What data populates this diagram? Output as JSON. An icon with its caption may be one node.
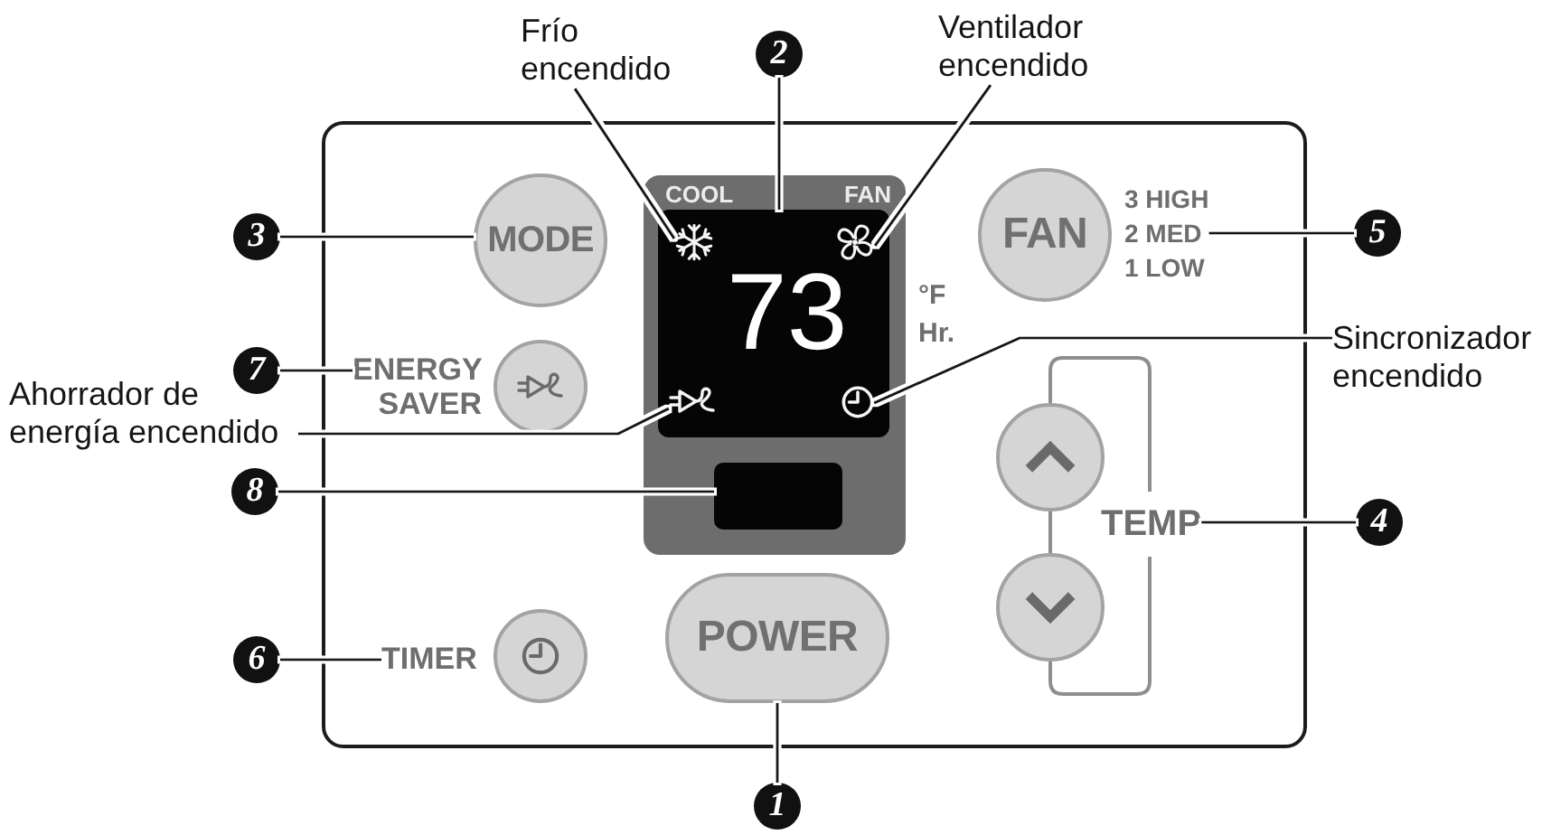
{
  "diagram": {
    "nodes": [
      {
        "text": [
          "Frío encendido"
        ]
      },
      {
        "text": [
          "2"
        ]
      },
      {
        "text": [
          "Ventilador encendido"
        ]
      },
      {
        "text": [],
        "shape": "box"
      },
      {
        "text": [
          "3"
        ]
      },
      {
        "text": [
          "MODE"
        ],
        "in": 3
      },
      {
        "text": [
          "COOL",
          "FAN"
        ],
        "in": 3
      },
      {
        "text": [
          "73"
        ],
        "in": 6
      },
      {
        "text": [],
        "shape": "snowflake",
        "in": 7
      },
      {
        "text": [],
        "shape": "fan",
        "in": 7
      },
      {
        "text": [
          "FAN"
        ],
        "in": 3
      },
      {
        "text": [
          "3 HIGH",
          "2 MED",
          "1 LOW"
        ],
        "in": 3
      },
      {
        "text": [
          "5"
        ]
      },
      {
        "text": [
          "7"
        ]
      },
      {
        "text": [
          "ENERGY SAVER"
        ],
        "in": 3
      },
      {
        "text": [],
        "shape": "circle",
        "in": 3
      },
      {
        "text": [
          "Ahorrador de energía encendido"
        ]
      },
      {
        "text": [],
        "shape": "plug",
        "in": 7
      },
      {
        "text": [],
        "shape": "clock",
        "in": 7
      },
      {
        "text": [
          "Sincronizador encendido"
        ]
      },
      {
        "text": [],
        "shape": "circle",
        "in": 3
      },
      {
        "text": [
          "TEMP"
        ],
        "in": 3
      },
      {
        "text": [
          "4"
        ]
      },
      {
        "text": [],
        "shape": "circle",
        "in": 3
      },
      {
        "text": [
          "8"
        ]
      },
      {
        "text": [],
        "shape": "box",
        "in": 6
      },
      {
        "text": [
          "6"
        ]
      },
      {
        "text": [
          "TIMER"
        ],
        "in": 3
      },
      {
        "text": [],
        "shape": "circle",
        "in": 3
      },
      {
        "text": [
          "POWER"
        ],
        "in": 3
      },
      {
        "text": [
          "1"
        ]
      }
    ],
    "edges": [
      {
        "from": 0,
        "to": 8,
        "arrow": "none"
      },
      {
        "from": 1,
        "to": 7,
        "arrow": "none"
      },
      {
        "from": 2,
        "to": 9,
        "arrow": "none"
      },
      {
        "from": 4,
        "to": 5,
        "arrow": "none"
      },
      {
        "from": 12,
        "to": 11,
        "arrow": "none"
      },
      {
        "from": 13,
        "to": 14,
        "arrow": "none"
      },
      {
        "from": 16,
        "to": 17,
        "arrow": "none"
      },
      {
        "from": 19,
        "to": 18,
        "arrow": "none"
      },
      {
        "from": 22,
        "to": 21,
        "arrow": "none"
      },
      {
        "from": 24,
        "to": 25,
        "arrow": "none"
      },
      {
        "from": 26,
        "to": 27,
        "arrow": "none"
      },
      {
        "from": 30,
        "to": 29,
        "arrow": "none"
      }
    ],
    "labels": [
      "°F",
      "Hr."
    ]
  }
}
